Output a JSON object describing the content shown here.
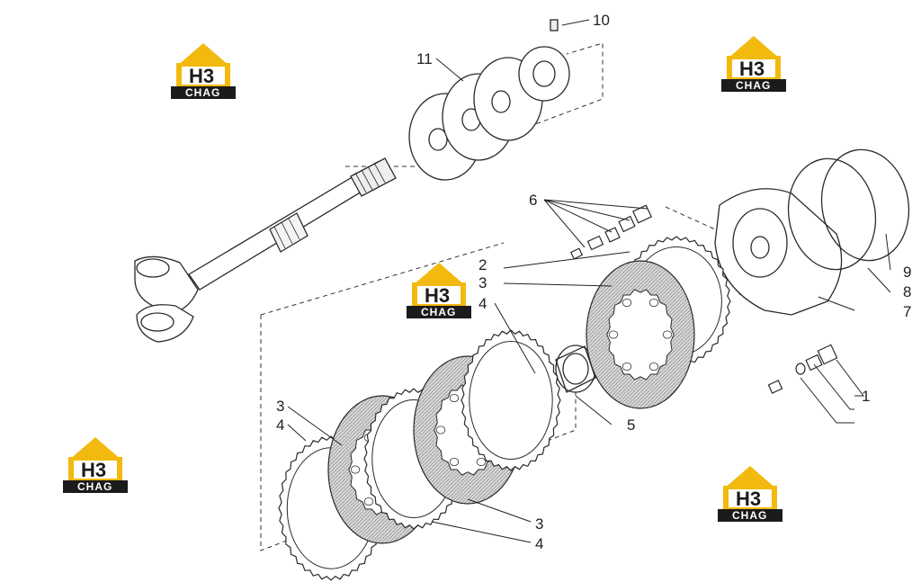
{
  "callouts": [
    "1",
    "2",
    "3",
    "3",
    "3",
    "4",
    "4",
    "4",
    "5",
    "6",
    "7",
    "8",
    "9",
    "10",
    "11"
  ],
  "watermark": {
    "mark": "H3",
    "text": "CHAG",
    "colors": {
      "roof": "#f2b90f",
      "dark": "#1b1b1b"
    }
  },
  "colors": {
    "line": "#2a2a2a",
    "friction": "#cfcfcf"
  }
}
